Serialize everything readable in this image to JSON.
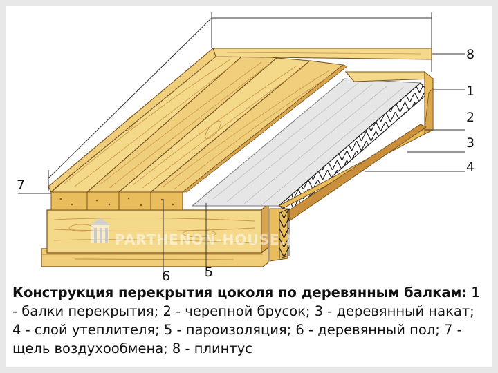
{
  "diagram": {
    "labels": [
      "1",
      "2",
      "3",
      "4",
      "5",
      "6",
      "7",
      "8"
    ],
    "watermark": "PARTHENON-HOUSE.RU"
  },
  "caption": {
    "title": "Конструкция перекрытия цоколя по деревянным балкам:",
    "text": " 1 - балки перекрытия; 2 - черепной брусок; 3 - деревянный накат; 4 - слой утеплителя; 5 - пароизоляция; 6 - деревянный пол; 7 - щель воздухообмена; 8 - плинтус"
  },
  "colors": {
    "wood_light": "#f4d98a",
    "wood_mid": "#e9bd5c",
    "wood_dark": "#c98f3a",
    "insulation": "#e4e4e4",
    "grain": "#b7812f"
  }
}
